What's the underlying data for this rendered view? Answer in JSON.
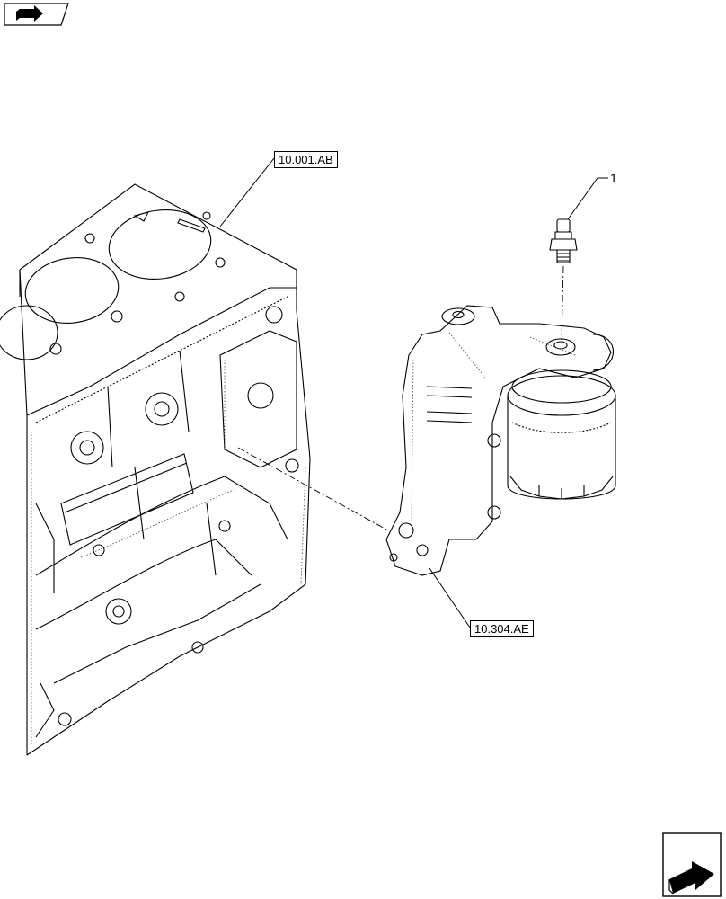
{
  "callouts": {
    "engine_block_ref": "10.001.AB",
    "oil_filter_bracket_ref": "10.304.AE",
    "sensor_item_number": "1"
  },
  "icons": {
    "top_left": "back-arrow-icon",
    "bottom_right": "next-arrow-icon"
  }
}
